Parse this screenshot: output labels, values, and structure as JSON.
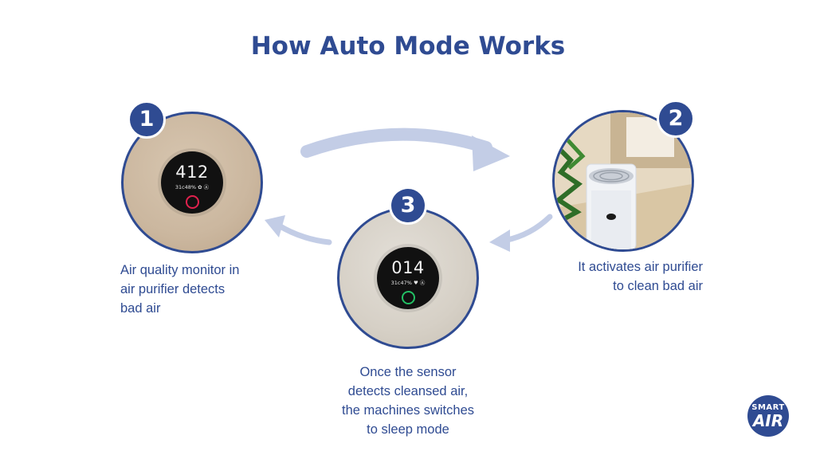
{
  "title": "How Auto Mode Works",
  "steps": [
    {
      "number": "1",
      "caption_lines": [
        "Air quality monitor in",
        "air purifier detects",
        "bad air"
      ],
      "display": {
        "reading": "412",
        "sub": "31c48% ✿ Ⓐ",
        "indicator_color": "#e0214d"
      }
    },
    {
      "number": "2",
      "caption_lines": [
        "It activates air purifier",
        "to clean bad air"
      ]
    },
    {
      "number": "3",
      "caption_lines": [
        "Once the sensor",
        "detects cleansed air,",
        "the machines switches",
        "to sleep mode"
      ],
      "display": {
        "reading": "014",
        "sub": "31c47% ♥ Ⓐ",
        "indicator_color": "#22c064"
      }
    }
  ],
  "logo": {
    "line1": "SMART",
    "line2": "AIR"
  },
  "colors": {
    "primary": "#2f4b92",
    "arrow": "#c3cde6"
  }
}
